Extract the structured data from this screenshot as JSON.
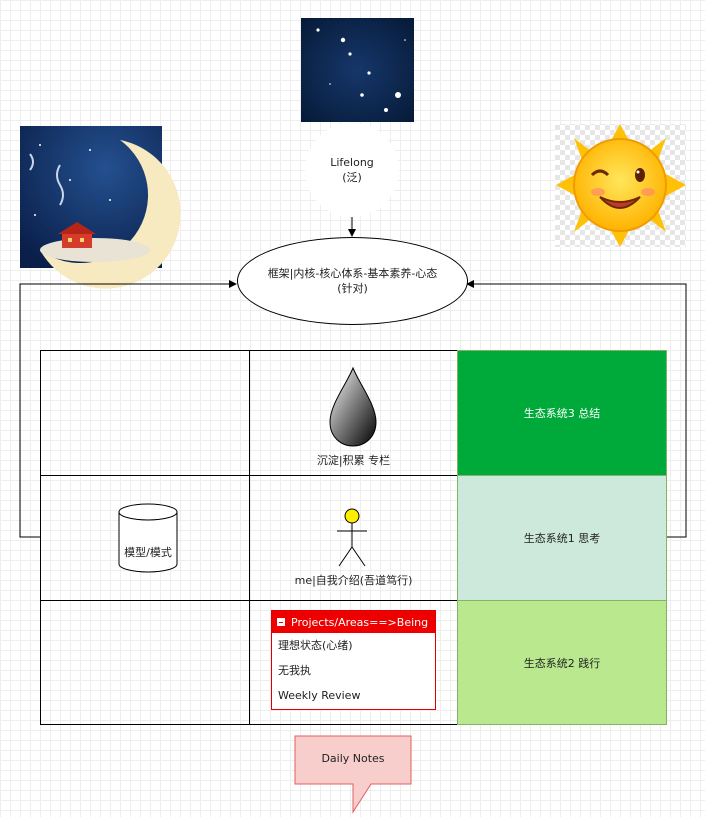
{
  "nodes": {
    "top": {
      "line1": "Lifelong",
      "line2": "(泛)"
    },
    "center": {
      "line1": "框架|内核-核心体系-基本素养-心态",
      "line2": "(针对)"
    },
    "database": {
      "label": "模型/模式"
    },
    "drop": {
      "label": "沉淀|积累 专栏"
    },
    "actor": {
      "label": "me|自我介绍(吾道笃行)"
    },
    "callout": {
      "label": "Daily Notes"
    }
  },
  "list": {
    "title": "Projects/Areas==>Being",
    "items": [
      "理想状态(心绪)",
      "无我执",
      "Weekly Review"
    ]
  },
  "eco": {
    "summary": {
      "label": "生态系统3 总结",
      "color": "#00aa3a",
      "text_color": "#ffffff"
    },
    "think": {
      "label": "生态系统1 思考",
      "color": "#cce9dc",
      "text_color": "#222222"
    },
    "practice": {
      "label": "生态系统2 践行",
      "color": "#b9e88f",
      "text_color": "#222222"
    }
  },
  "colors": {
    "list_header": "#ee0000",
    "callout_fill": "#f8cecc",
    "callout_stroke": "#e06060"
  },
  "icons": [
    "starry-night-image",
    "moon-house-image",
    "winking-sun-image",
    "drop-icon",
    "stick-figure-icon",
    "database-cylinder-icon"
  ]
}
